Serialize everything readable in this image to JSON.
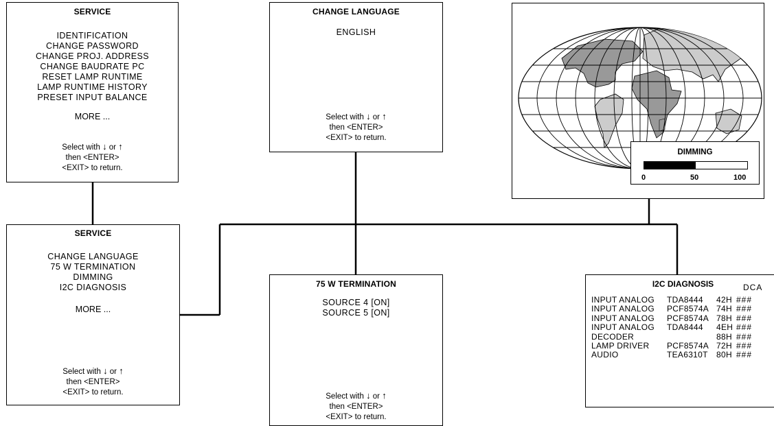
{
  "service_menu": {
    "title": "SERVICE",
    "items": [
      "IDENTIFICATION",
      "CHANGE PASSWORD",
      "CHANGE PROJ. ADDRESS",
      "CHANGE BAUDRATE PC",
      "RESET LAMP RUNTIME",
      "LAMP RUNTIME HISTORY",
      "PRESET INPUT BALANCE"
    ],
    "more": "MORE ...",
    "hint_select": "Select with",
    "hint_or": "or",
    "hint_then": "then <ENTER>",
    "hint_exit": "<EXIT> to return."
  },
  "service_menu_2": {
    "title": "SERVICE",
    "items": [
      "CHANGE LANGUAGE",
      "75 W TERMINATION",
      "DIMMING",
      "I2C DIAGNOSIS"
    ],
    "more": "MORE ...",
    "hint_select": "Select with",
    "hint_or": "or",
    "hint_then": "then <ENTER>",
    "hint_exit": "<EXIT> to return."
  },
  "change_language": {
    "title": "CHANGE LANGUAGE",
    "value": "ENGLISH",
    "hint_select": "Select with",
    "hint_or": "or",
    "hint_then": "then <ENTER>",
    "hint_exit": "<EXIT> to return."
  },
  "termination": {
    "title": "75 W TERMINATION",
    "items": [
      "SOURCE 4 [ON]",
      "SOURCE 5 [ON]"
    ],
    "hint_select": "Select with",
    "hint_or": "or",
    "hint_then": "then <ENTER>",
    "hint_exit": "<EXIT> to return."
  },
  "dimming": {
    "title": "DIMMING",
    "level_percent": 50,
    "scale_min": "0",
    "scale_mid": "50",
    "scale_max": "100"
  },
  "i2c": {
    "title": "I2C  DIAGNOSIS",
    "column_header": "DCA",
    "rows": [
      {
        "name": "INPUT  ANALOG",
        "chip": "TDA8444",
        "addr": "42H",
        "status": "###"
      },
      {
        "name": "INPUT  ANALOG",
        "chip": "PCF8574A",
        "addr": "74H",
        "status": "###"
      },
      {
        "name": "INPUT  ANALOG",
        "chip": "PCF8574A",
        "addr": "78H",
        "status": "###"
      },
      {
        "name": "INPUT  ANALOG",
        "chip": "TDA8444",
        "addr": "4EH",
        "status": "###"
      },
      {
        "name": "DECODER",
        "chip": "",
        "addr": "88H",
        "status": "###"
      },
      {
        "name": "LAMP  DRIVER",
        "chip": "PCF8574A",
        "addr": "72H",
        "status": "###"
      },
      {
        "name": "AUDIO",
        "chip": "TEA6310T",
        "addr": "80H",
        "status": "###"
      }
    ]
  },
  "icons": {
    "down": "down-arrow-icon",
    "up": "up-arrow-icon",
    "map": "world-map-icon"
  }
}
